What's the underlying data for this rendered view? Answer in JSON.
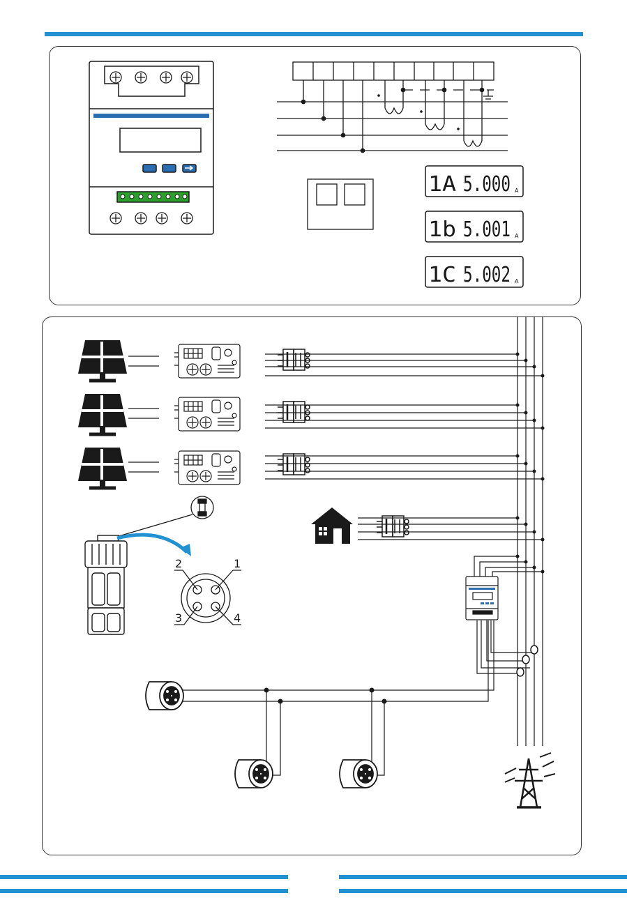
{
  "colors": {
    "accent": "#2291d2",
    "line": "#1a1a1a",
    "terminal": "#2ca02c",
    "button": "#2a6db0"
  },
  "readings": [
    {
      "phase": "1A",
      "value": "5.000",
      "unit": "A"
    },
    {
      "phase": "1b",
      "value": "5.001",
      "unit": "A"
    },
    {
      "phase": "1C",
      "value": "5.002",
      "unit": "A"
    }
  ],
  "connector_pins": [
    "1",
    "2",
    "3",
    "4"
  ],
  "icons": [
    "solar-panel-icon",
    "inverter-icon",
    "breaker-icon",
    "house-icon",
    "power-tower-icon",
    "connector-icon",
    "current-transformer-icon",
    "fuse-icon",
    "energy-meter-icon"
  ]
}
